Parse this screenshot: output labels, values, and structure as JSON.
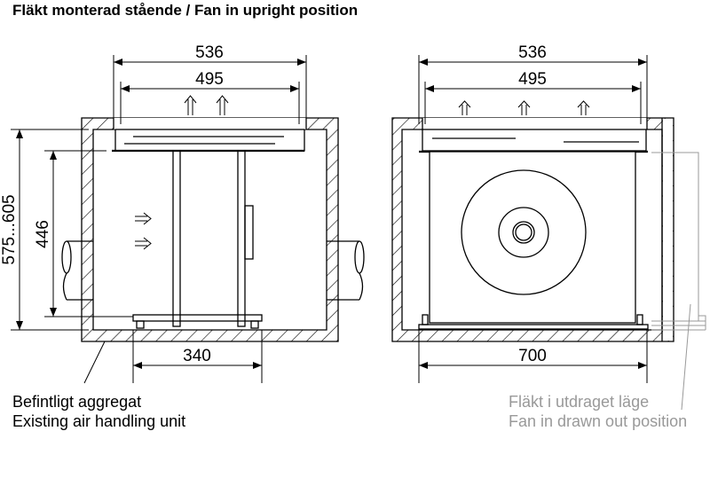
{
  "title": "Fläkt monterad stående / Fan in upright position",
  "left_view": {
    "dim_outer_width": "536",
    "dim_inner_width": "495",
    "dim_height_range": "575...605",
    "dim_height": "446",
    "dim_base": "340",
    "caption_sv": "Befintligt aggregat",
    "caption_en": "Existing air handling unit"
  },
  "right_view": {
    "dim_outer_width": "536",
    "dim_inner_width": "495",
    "dim_width": "700",
    "caption_sv": "Fläkt i utdraget läge",
    "caption_en": "Fan in drawn out position"
  },
  "colors": {
    "line": "#000000",
    "annotation": "#999999"
  }
}
